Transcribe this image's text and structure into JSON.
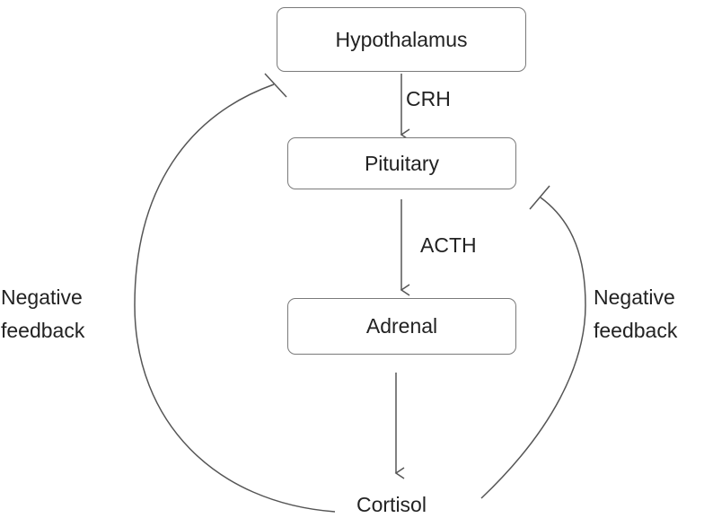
{
  "nodes": {
    "hypothalamus": "Hypothalamus",
    "pituitary": "Pituitary",
    "adrenal": "Adrenal",
    "cortisol": "Cortisol"
  },
  "edges": {
    "crh": "CRH",
    "acth": "ACTH"
  },
  "feedback": {
    "left": {
      "line1": "Negative",
      "line2": "feedback"
    },
    "right": {
      "line1": "Negative",
      "line2": "feedback"
    }
  },
  "colors": {
    "stroke": "#7a7a7a",
    "text": "#222222",
    "background": "#ffffff"
  }
}
